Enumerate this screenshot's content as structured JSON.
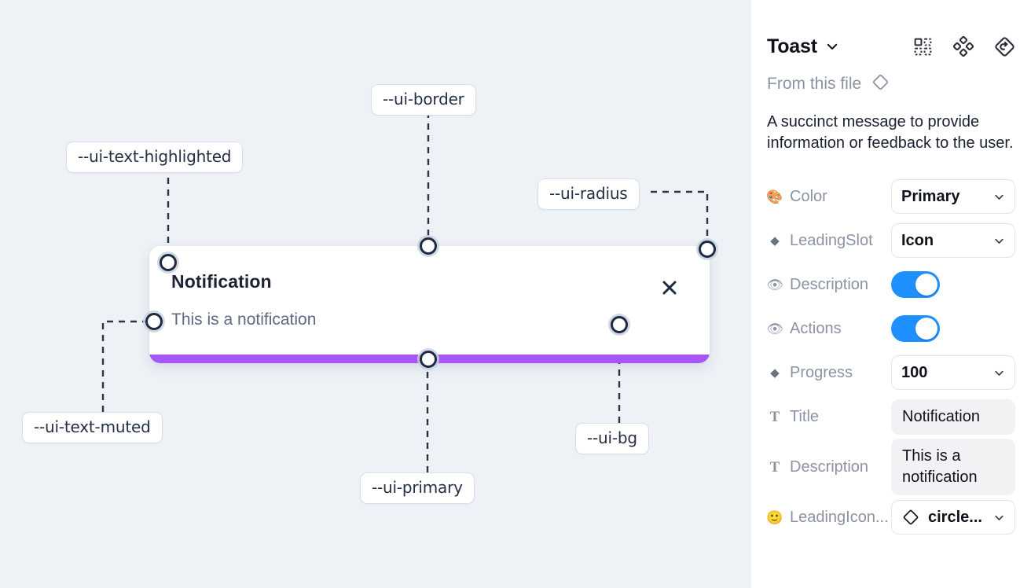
{
  "canvas": {
    "background": "#eef2f7",
    "toast": {
      "title": "Notification",
      "description": "This is a notification",
      "close_icon": "close-icon",
      "progress_color": "#a855f7"
    },
    "tokens": [
      {
        "id": "ui-text-highlighted",
        "label": "--ui-text-highlighted"
      },
      {
        "id": "ui-border",
        "label": "--ui-border"
      },
      {
        "id": "ui-radius",
        "label": "--ui-radius"
      },
      {
        "id": "ui-text-muted",
        "label": "--ui-text-muted"
      },
      {
        "id": "ui-primary",
        "label": "--ui-primary"
      },
      {
        "id": "ui-bg",
        "label": "--ui-bg"
      }
    ]
  },
  "panel": {
    "title": "Toast",
    "title_caret_icon": "chevron-down-icon",
    "header_icons": [
      {
        "name": "component-variants-icon"
      },
      {
        "name": "four-diamond-cluster-icon"
      },
      {
        "name": "reset-instance-icon"
      }
    ],
    "from_file_label": "From this file",
    "from_file_icon": "diamond-icon",
    "component_description": "A succinct message to provide information or feedback to the user.",
    "accent_blue": "#1e90ff",
    "properties": [
      {
        "name": "color",
        "icon": "🎨",
        "icon_name": "palette-icon",
        "label": "Color",
        "type": "select",
        "value": "Primary"
      },
      {
        "name": "leading-slot",
        "icon": "◆",
        "icon_name": "diamond-icon",
        "label": "LeadingSlot",
        "type": "select",
        "value": "Icon"
      },
      {
        "name": "description",
        "icon": "👁",
        "icon_name": "eye-icon",
        "label": "Description",
        "type": "toggle",
        "value": "on"
      },
      {
        "name": "actions",
        "icon": "👁",
        "icon_name": "eye-icon",
        "label": "Actions",
        "type": "toggle",
        "value": "on"
      },
      {
        "name": "progress",
        "icon": "◆",
        "icon_name": "diamond-icon",
        "label": "Progress",
        "type": "select",
        "value": "100"
      },
      {
        "name": "title",
        "icon": "T",
        "icon_name": "text-icon",
        "label": "Title",
        "type": "text",
        "value": "Notification"
      },
      {
        "name": "description-text",
        "icon": "T",
        "icon_name": "text-icon",
        "label": "Description",
        "type": "text",
        "value": "This is a notification"
      },
      {
        "name": "leading-icon",
        "icon": "🙂",
        "icon_name": "emoji-icon",
        "label": "LeadingIcon...",
        "type": "icon-select",
        "value": "circle..."
      }
    ]
  }
}
